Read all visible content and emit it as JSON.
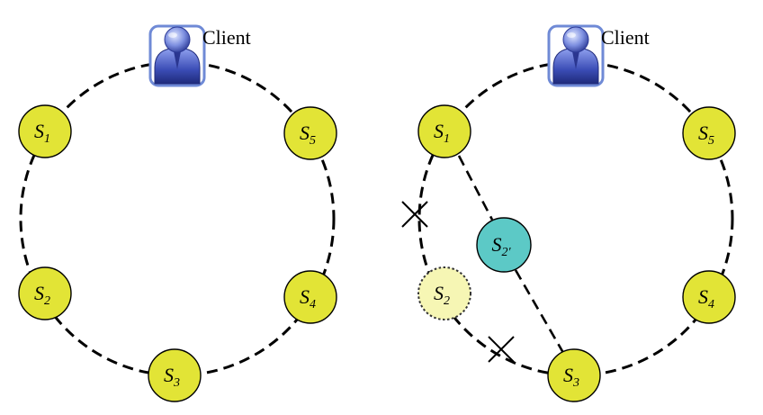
{
  "client_label": "Client",
  "colors": {
    "server_fill": "#e2e436",
    "failed_server_fill": "#f6f6b4",
    "replacement_server_fill": "#5cc9c6",
    "client_blue": "#3a4fa8"
  },
  "left_ring": {
    "servers": [
      {
        "letter": "S",
        "index": "1"
      },
      {
        "letter": "S",
        "index": "5"
      },
      {
        "letter": "S",
        "index": "2"
      },
      {
        "letter": "S",
        "index": "4"
      },
      {
        "letter": "S",
        "index": "3"
      }
    ]
  },
  "right_ring": {
    "servers": [
      {
        "letter": "S",
        "index": "1"
      },
      {
        "letter": "S",
        "index": "5"
      },
      {
        "letter": "S",
        "index": "4"
      },
      {
        "letter": "S",
        "index": "3"
      }
    ],
    "failed_server": {
      "letter": "S",
      "index": "2"
    },
    "replacement_server": {
      "letter": "S",
      "index": "2′"
    }
  }
}
